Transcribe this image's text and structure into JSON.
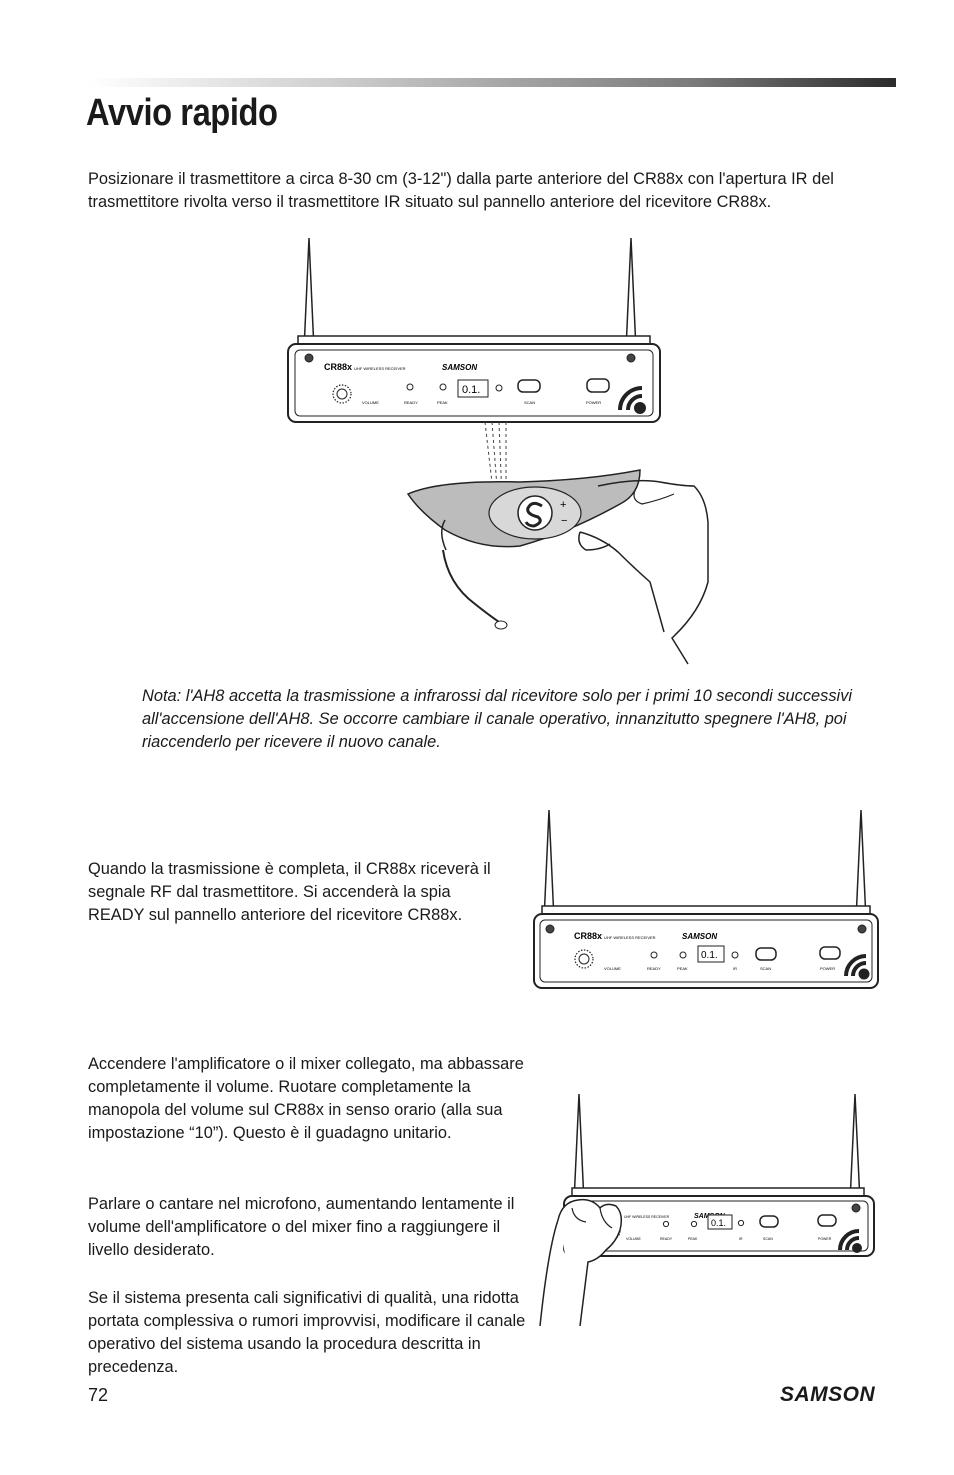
{
  "page": {
    "title": "Avvio rapido",
    "intro": "Posizionare il trasmettitore a circa 8-30 cm (3-12\") dalla parte anteriore del CR88x con l'apertura IR del trasmettitore rivolta verso il trasmettitore IR situato sul pannello anteriore del ricevitore CR88x.",
    "note": "Nota: l'AH8 accetta la trasmissione a infrarossi dal ricevitore solo per i primi 10 secondi successivi all'accensione dell'AH8. Se occorre cambiare il canale operativo, innanzitutto spegnere l'AH8, poi riaccenderlo per ricevere il nuovo canale.",
    "paragraph_ready": "Quando la trasmissione è completa, il CR88x riceverà il segnale RF dal trasmettitore. Si accenderà la spia READY sul pannello anteriore del ricevitore CR88x.",
    "paragraph_amp": "Accendere l'amplificatore o il mixer collegato, ma abbassare completamente il volume. Ruotare completamente la manopola del volume sul CR88x in senso orario (alla sua impostazione “10”). Questo è il guadagno unitario.",
    "paragraph_speak": "Parlare o cantare nel microfono, aumentando lentamente il volume dell'amplificatore o del mixer fino a raggiungere il livello desiderato.",
    "paragraph_quality": "Se il sistema presenta cali significativi di qualità, una ridotta portata complessiva o rumori improvvisi, modificare il canale operativo del sistema usando la procedura descritta in precedenza.",
    "page_number": "72",
    "footer_brand": "SAMSON"
  },
  "receiver_panel": {
    "model": "CR88x",
    "model_subtitle": "UHF WIRELESS RECEIVER",
    "brand": "SAMSON",
    "display": "0.1.",
    "label_volume": "VOLUME",
    "label_ready": "READY",
    "label_peak": "PEAK",
    "label_ir": "IR",
    "label_scan": "SCAN",
    "label_power": "POWER"
  },
  "transmitter": {
    "plus": "+",
    "minus": "−"
  }
}
